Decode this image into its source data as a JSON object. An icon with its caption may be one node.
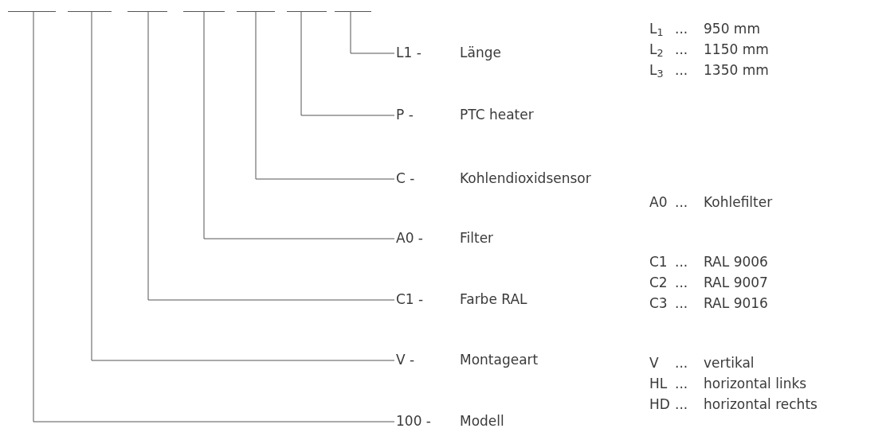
{
  "diagram": {
    "nodes": [
      {
        "text": [],
        "shape": "bar"
      },
      {
        "text": [],
        "shape": "bar"
      },
      {
        "text": [],
        "shape": "bar"
      },
      {
        "text": [],
        "shape": "bar"
      },
      {
        "text": [],
        "shape": "bar"
      },
      {
        "text": [],
        "shape": "bar"
      },
      {
        "text": [],
        "shape": "bar"
      },
      {
        "text": [
          "L1 -",
          "Länge"
        ]
      },
      {
        "text": [
          "P -",
          "PTC heater"
        ]
      },
      {
        "text": [
          "C -",
          "Kohlendioxidsensor"
        ]
      },
      {
        "text": [
          "A0 -",
          "Filter"
        ]
      },
      {
        "text": [
          "C1 -",
          "Farbe RAL"
        ]
      },
      {
        "text": [
          "V -",
          "Montageart"
        ]
      },
      {
        "text": [
          "100 -",
          "Modell"
        ]
      }
    ],
    "edges": [
      {
        "from": 6,
        "to": 7,
        "arrow": "none"
      },
      {
        "from": 5,
        "to": 8,
        "arrow": "none"
      },
      {
        "from": 4,
        "to": 9,
        "arrow": "none"
      },
      {
        "from": 3,
        "to": 10,
        "arrow": "none"
      },
      {
        "from": 2,
        "to": 11,
        "arrow": "none"
      },
      {
        "from": 1,
        "to": 12,
        "arrow": "none"
      },
      {
        "from": 0,
        "to": 13,
        "arrow": "none"
      }
    ],
    "labels": [
      "L$_{1}$",
      "...",
      "950 mm",
      "L$_{2}$",
      "...",
      "1150 mm",
      "L$_{3}$",
      "...",
      "1350 mm",
      "A0",
      "...",
      "Kohlefilter",
      "C1",
      "...",
      "RAL 9006",
      "C2",
      "...",
      "RAL 9007",
      "C3",
      "...",
      "RAL 9016",
      "V",
      "...",
      "vertikal",
      "HL",
      "...",
      "horizontal links",
      "HD",
      "...",
      "horizontal rechts"
    ]
  }
}
